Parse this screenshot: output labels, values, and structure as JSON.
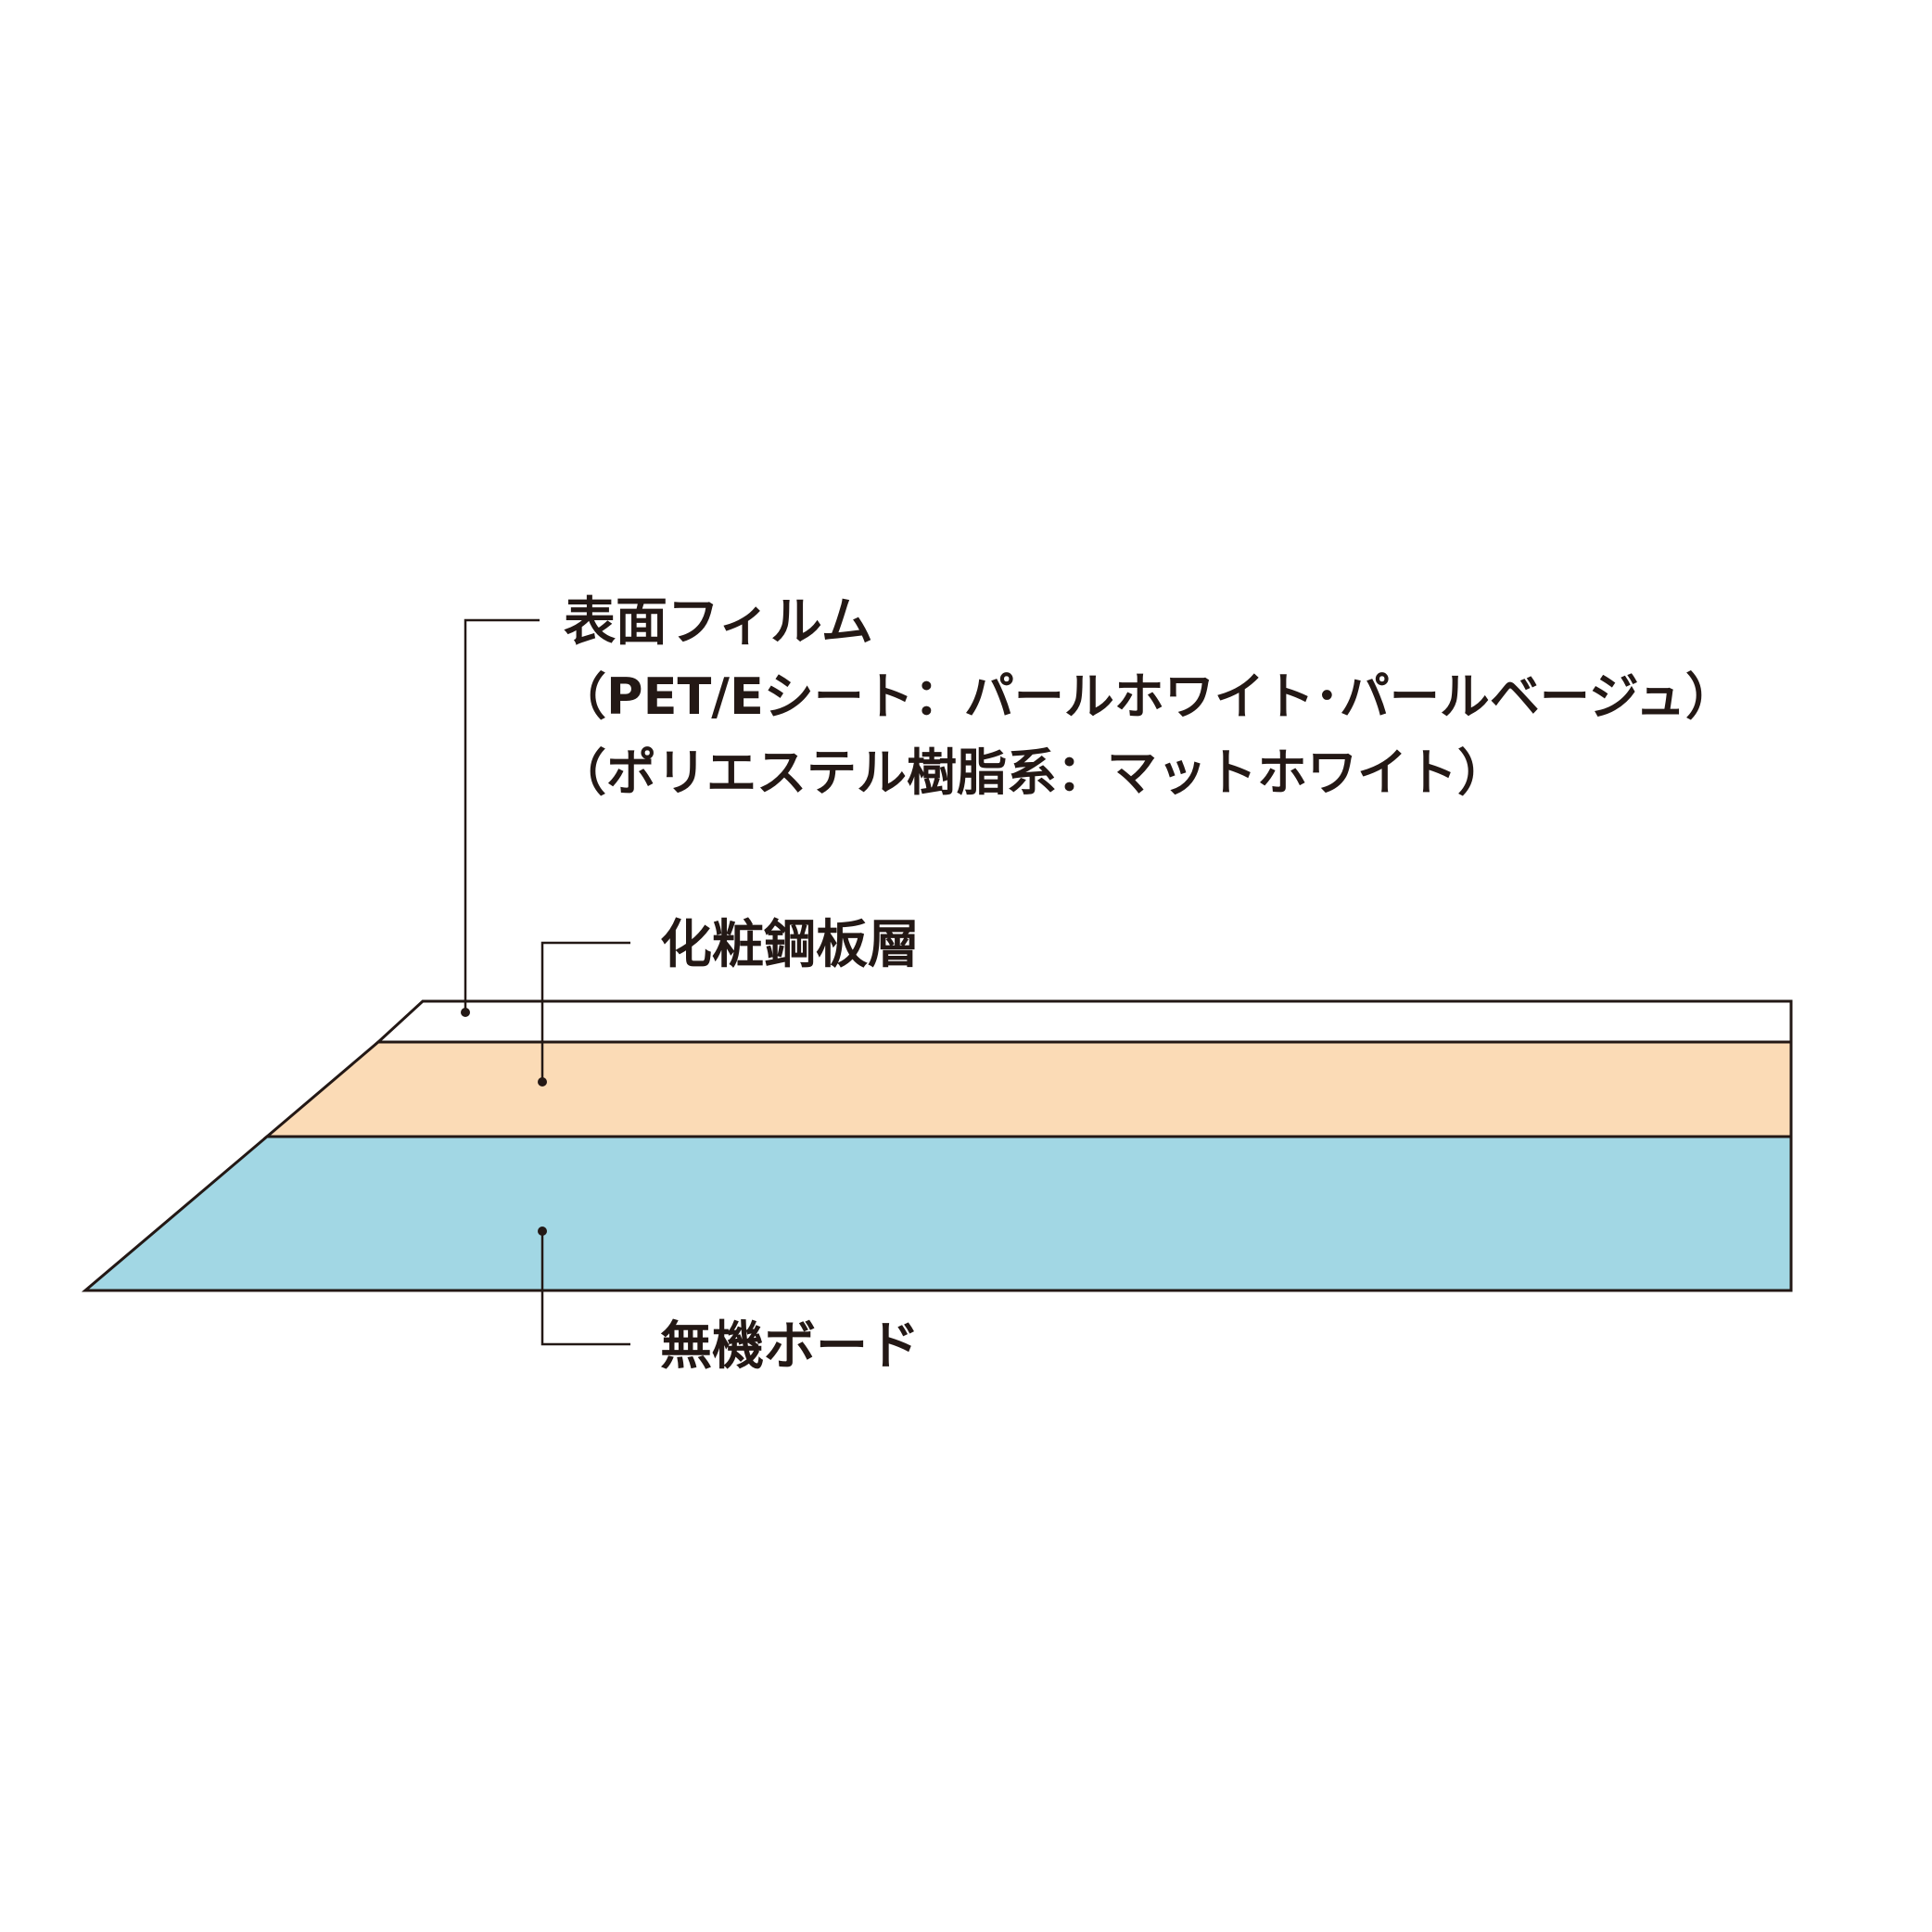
{
  "layers": {
    "surface_film": {
      "title": "表面フィルム",
      "detail_1": "（PET/Eシート：パールホワイト･パールベージュ）",
      "detail_2": "（ポリエステル樹脂系：マットホワイト）",
      "color": "#ffffff"
    },
    "steel_layer": {
      "title": "化粧鋼板層",
      "color": "#fbdbb6"
    },
    "inorganic_board": {
      "title": "無機ボード",
      "color": "#a2d7e4"
    }
  },
  "colors": {
    "outline": "#231815",
    "text": "#231815"
  }
}
